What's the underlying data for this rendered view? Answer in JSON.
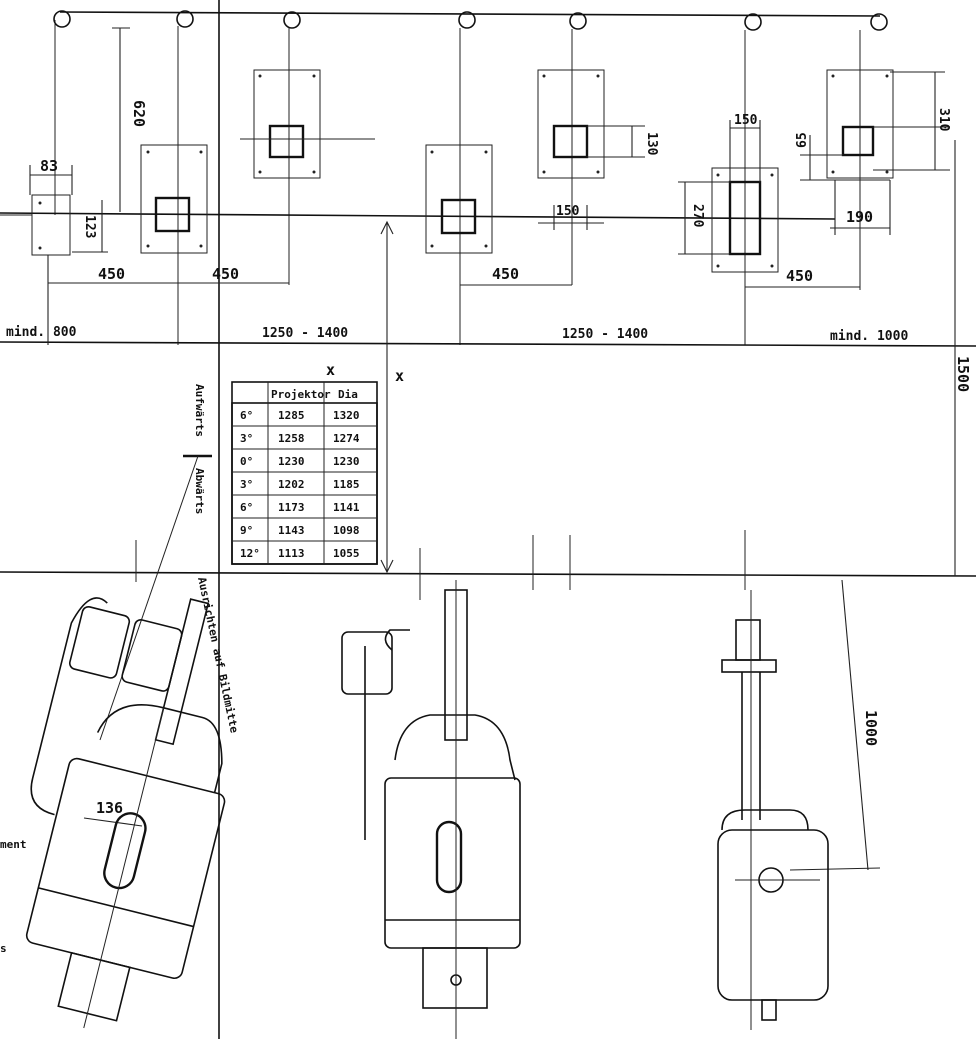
{
  "dimensions": {
    "d83": "83",
    "d123": "123",
    "d620": "620",
    "d130": "130",
    "d150_top": "150",
    "d150_mid": "150",
    "d270": "270",
    "d65": "65",
    "d310": "310",
    "d190": "190",
    "d450_1": "450",
    "d450_2": "450",
    "d450_3": "450",
    "d450_4": "450",
    "mind800": "mind. 800",
    "range1": "1250 - 1400",
    "range2": "1250 - 1400",
    "mind1000": "mind. 1000",
    "d1500": "1500",
    "d1000": "1000",
    "d136": "136",
    "x_axis": "x"
  },
  "labels": {
    "aufwaerts": "Aufwärts",
    "abwaerts": "Abwärts",
    "ausrichten": "Ausrichten auf Bildmitte",
    "ment": "ment",
    "s": "s"
  },
  "table": {
    "title": "x",
    "headers": [
      "",
      "Projektor",
      "Dia"
    ],
    "rows": [
      [
        "6°",
        "1285",
        "1320"
      ],
      [
        "3°",
        "1258",
        "1274"
      ],
      [
        "0°",
        "1230",
        "1230"
      ],
      [
        "3°",
        "1202",
        "1185"
      ],
      [
        "6°",
        "1173",
        "1141"
      ],
      [
        "9°",
        "1143",
        "1098"
      ],
      [
        "12°",
        "1113",
        "1055"
      ]
    ]
  }
}
